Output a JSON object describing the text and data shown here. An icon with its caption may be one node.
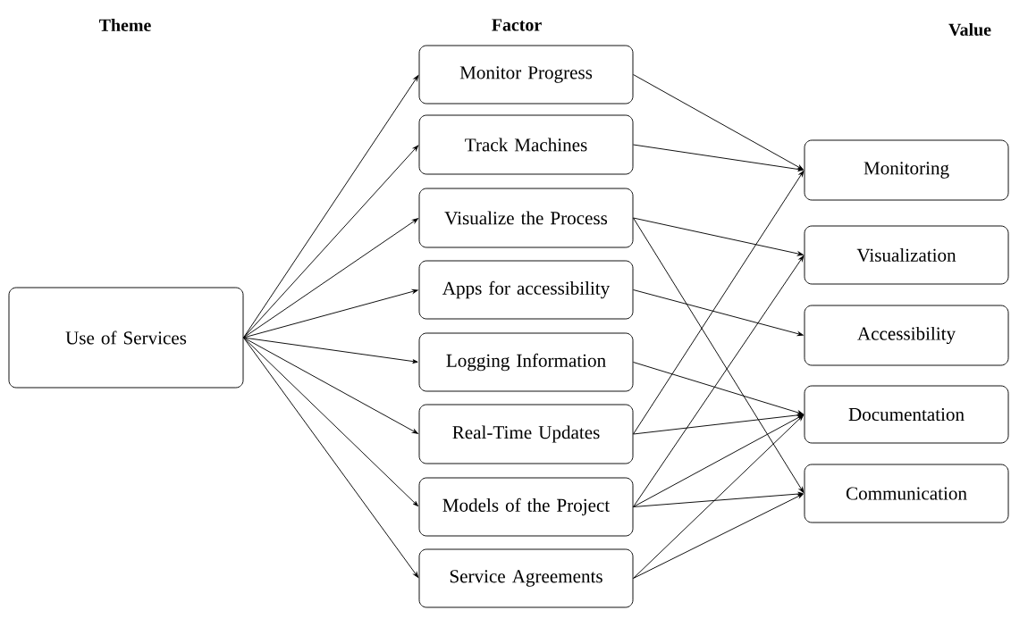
{
  "diagram": {
    "nodes": [
      {
        "text": [
          "Use of Services"
        ]
      },
      {
        "text": [
          "Monitor Progress"
        ]
      },
      {
        "text": [
          "Track Machines"
        ]
      },
      {
        "text": [
          "Visualize the Process"
        ]
      },
      {
        "text": [
          "Apps for accessibility"
        ]
      },
      {
        "text": [
          "Logging Information"
        ]
      },
      {
        "text": [
          "Real-Time Updates"
        ]
      },
      {
        "text": [
          "Models of the Project"
        ]
      },
      {
        "text": [
          "Service Agreements"
        ]
      },
      {
        "text": [
          "Monitoring"
        ]
      },
      {
        "text": [
          "Visualization"
        ]
      },
      {
        "text": [
          "Accessibility"
        ]
      },
      {
        "text": [
          "Documentation"
        ]
      },
      {
        "text": [
          "Communication"
        ]
      }
    ],
    "edges": [
      {
        "from": 0,
        "to": 1,
        "arrow": "to"
      },
      {
        "from": 0,
        "to": 2,
        "arrow": "to"
      },
      {
        "from": 0,
        "to": 3,
        "arrow": "to"
      },
      {
        "from": 0,
        "to": 4,
        "arrow": "to"
      },
      {
        "from": 0,
        "to": 5,
        "arrow": "to"
      },
      {
        "from": 0,
        "to": 6,
        "arrow": "to"
      },
      {
        "from": 0,
        "to": 7,
        "arrow": "to"
      },
      {
        "from": 0,
        "to": 8,
        "arrow": "to"
      },
      {
        "from": 1,
        "to": 9,
        "arrow": "to"
      },
      {
        "from": 2,
        "to": 9,
        "arrow": "to"
      },
      {
        "from": 3,
        "to": 10,
        "arrow": "to"
      },
      {
        "from": 3,
        "to": 13,
        "arrow": "to"
      },
      {
        "from": 4,
        "to": 11,
        "arrow": "to"
      },
      {
        "from": 5,
        "to": 12,
        "arrow": "to"
      },
      {
        "from": 6,
        "to": 9,
        "arrow": "to"
      },
      {
        "from": 6,
        "to": 12,
        "arrow": "to"
      },
      {
        "from": 7,
        "to": 10,
        "arrow": "to"
      },
      {
        "from": 7,
        "to": 12,
        "arrow": "to"
      },
      {
        "from": 7,
        "to": 13,
        "arrow": "to"
      },
      {
        "from": 8,
        "to": 12,
        "arrow": "to"
      },
      {
        "from": 8,
        "to": 13,
        "arrow": "to"
      }
    ],
    "labels": [
      "Theme",
      "Factor",
      "Value"
    ]
  }
}
